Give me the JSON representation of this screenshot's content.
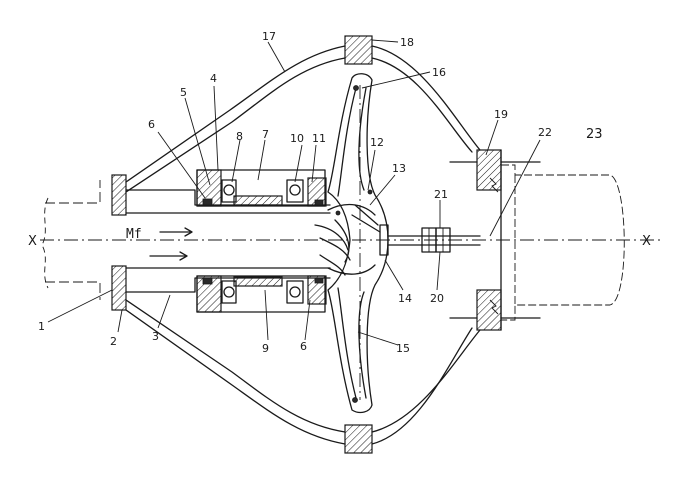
{
  "labels": {
    "axis_left": "X",
    "axis_right": "X",
    "flow": "Mf",
    "n1": "1",
    "n2": "2",
    "n3": "3",
    "n4": "4",
    "n5": "5",
    "n6a": "6",
    "n6b": "6",
    "n7": "7",
    "n8": "8",
    "n9": "9",
    "n10": "10",
    "n11": "11",
    "n12": "12",
    "n13": "13",
    "n14": "14",
    "n15": "15",
    "n16": "16",
    "n17": "17",
    "n18": "18",
    "n19": "19",
    "n20": "20",
    "n21": "21",
    "n22": "22",
    "n23": "23"
  }
}
